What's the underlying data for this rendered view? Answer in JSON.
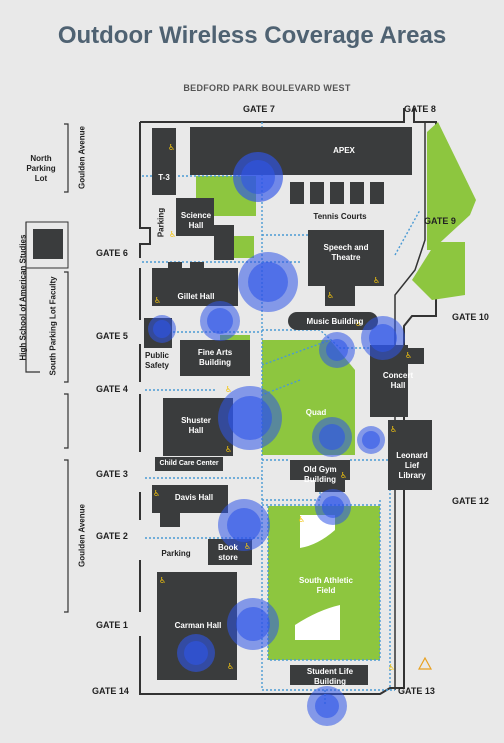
{
  "title": "Outdoor Wireless Coverage Areas",
  "street_top": "BEDFORD PARK BOULEVARD WEST",
  "gates": {
    "g7": "GATE 7",
    "g8": "GATE 8",
    "g9": "GATE 9",
    "g6": "GATE 6",
    "g10": "GATE 10",
    "g5": "GATE 5",
    "g4": "GATE 4",
    "g3": "GATE 3",
    "g12": "GATE 12",
    "g2": "GATE 2",
    "g1": "GATE 1",
    "g14": "GATE 14",
    "g13": "GATE 13"
  },
  "side_labels": {
    "north_parking": "North Parking Lot",
    "goulden_top": "Goulden Avenue",
    "hs_american": "High School of American Studies",
    "south_parking": "South Parking Lot Faculty",
    "goulden_bottom": "Goulden Avenue"
  },
  "buildings": {
    "apex": "APEX",
    "t3": "T-3",
    "science": "Science Hall",
    "parking_top": "Parking",
    "tennis": "Tennis Courts",
    "speech": "Speech and Theatre",
    "gillet": "Gillet Hall",
    "music": "Music Building",
    "public_safety": "Public Safety",
    "fine_arts": "Fine Arts Building",
    "concert": "Concert Hall",
    "shuster": "Shuster Hall",
    "quad": "Quad",
    "leonard": "Leonard Lief Library",
    "child_care": "Child Care Center",
    "old_gym": "Old Gym Building",
    "davis": "Davis Hall",
    "parking_bottom": "Parking",
    "bookstore": "Book store",
    "south_field": "South Athletic Field",
    "carman": "Carman Hall",
    "student_life": "Student Life Building"
  },
  "colors": {
    "building": "#3a3c3d",
    "green": "#8dc63f",
    "coverage": "#2f55e8",
    "path": "#4a9ad4",
    "background": "#e9e9e9"
  }
}
